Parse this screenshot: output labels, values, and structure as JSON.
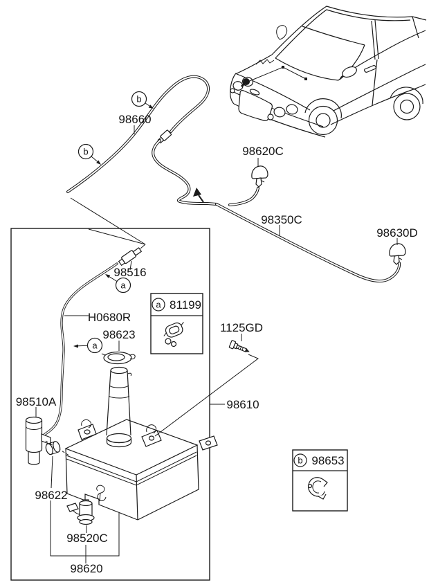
{
  "figure": {
    "type": "vehicle-parts-diagram",
    "subject": "windshield washer reservoir and hose assembly",
    "colors": {
      "line": "#1a1a1a",
      "background": "#ffffff"
    },
    "callout_letters": {
      "a": "a",
      "b": "b"
    },
    "parts": {
      "engine_room_hose": "98660",
      "washer_nozzle_left": "98620C",
      "rear_washer_hose": "98350C",
      "washer_nozzle_right": "98630D",
      "hose_connector": "98516",
      "reservoir_hose": "H0680R",
      "reservoir_cap": "98623",
      "hose_clamp": "81199",
      "mounting_bolt": "1125GD",
      "washer_pump": "98510A",
      "reservoir_assembly": "98610",
      "pump_grommet": "98622",
      "fluid_level_sensor": "98520C",
      "washer_reservoir": "98620",
      "hose_clip": "98653"
    }
  }
}
